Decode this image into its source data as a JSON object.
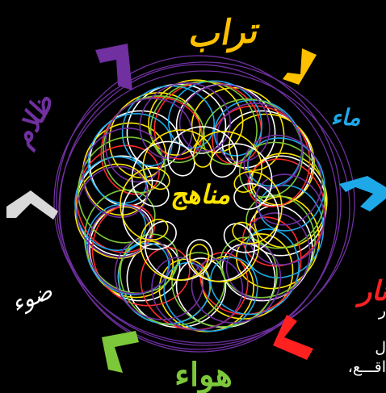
{
  "colors": {
    "background": "#000000",
    "earth": "#FFC000",
    "water": "#1EA8E8",
    "fire": "#FF2020",
    "air": "#7DC83A",
    "light": "#D9D9D9",
    "dark": "#7030A0",
    "center_text": "#FFE500",
    "curve_colors": [
      "#FFFFFF",
      "#FFE500",
      "#FF2A2A",
      "#1EA8E8",
      "#7DC83A",
      "#7030A0"
    ]
  },
  "elements": {
    "earth": "تراب",
    "water": "ماء",
    "fire": "نار",
    "air": "هواء",
    "light": "ضوء",
    "dark": "ظلام"
  },
  "center": {
    "label": "مناهج"
  },
  "clipped_text": {
    "line1": "ر",
    "line2": "ل",
    "line3": "اقـــع،"
  }
}
